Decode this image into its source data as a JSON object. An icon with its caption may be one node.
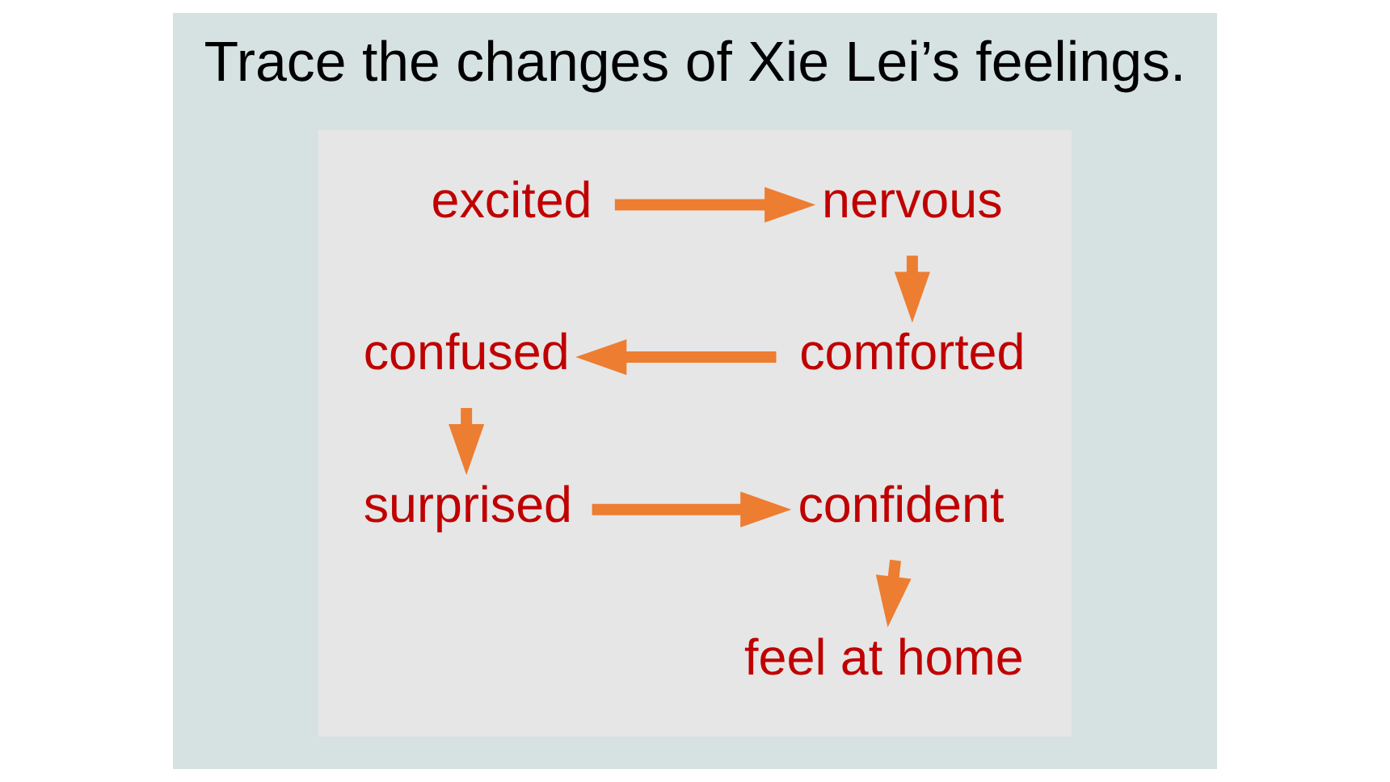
{
  "diagram": {
    "title": "Trace the changes of Xie Lei’s feelings.",
    "nodes": [
      {
        "text": [],
        "shape": "box"
      },
      {
        "text": [
          "excited"
        ],
        "in": 0
      },
      {
        "text": [
          "nervous"
        ],
        "in": 0
      },
      {
        "text": [
          "confused"
        ],
        "in": 0
      },
      {
        "text": [
          "comforted"
        ],
        "in": 0
      },
      {
        "text": [
          "surprised"
        ],
        "in": 0
      },
      {
        "text": [
          "confident"
        ],
        "in": 0
      },
      {
        "text": [
          "feel at home"
        ],
        "in": 0
      }
    ],
    "edges": [
      {
        "from": 1,
        "to": 2,
        "arrow": "to"
      },
      {
        "from": 2,
        "to": 4,
        "arrow": "to"
      },
      {
        "from": 4,
        "to": 3,
        "arrow": "to"
      },
      {
        "from": 3,
        "to": 5,
        "arrow": "to"
      },
      {
        "from": 5,
        "to": 6,
        "arrow": "to"
      },
      {
        "from": 6,
        "to": 7,
        "arrow": "to"
      }
    ]
  }
}
